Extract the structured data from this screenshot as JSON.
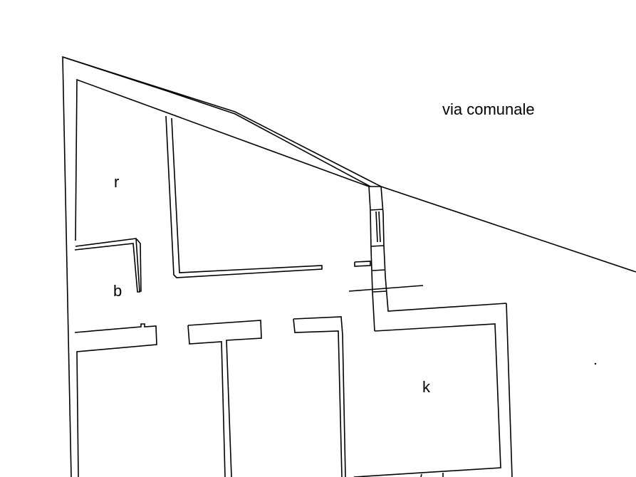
{
  "plan": {
    "street_label": "via comunale",
    "rooms": [
      {
        "id": "r",
        "label": "r"
      },
      {
        "id": "b",
        "label": "b"
      },
      {
        "id": "k",
        "label": "k"
      }
    ]
  }
}
